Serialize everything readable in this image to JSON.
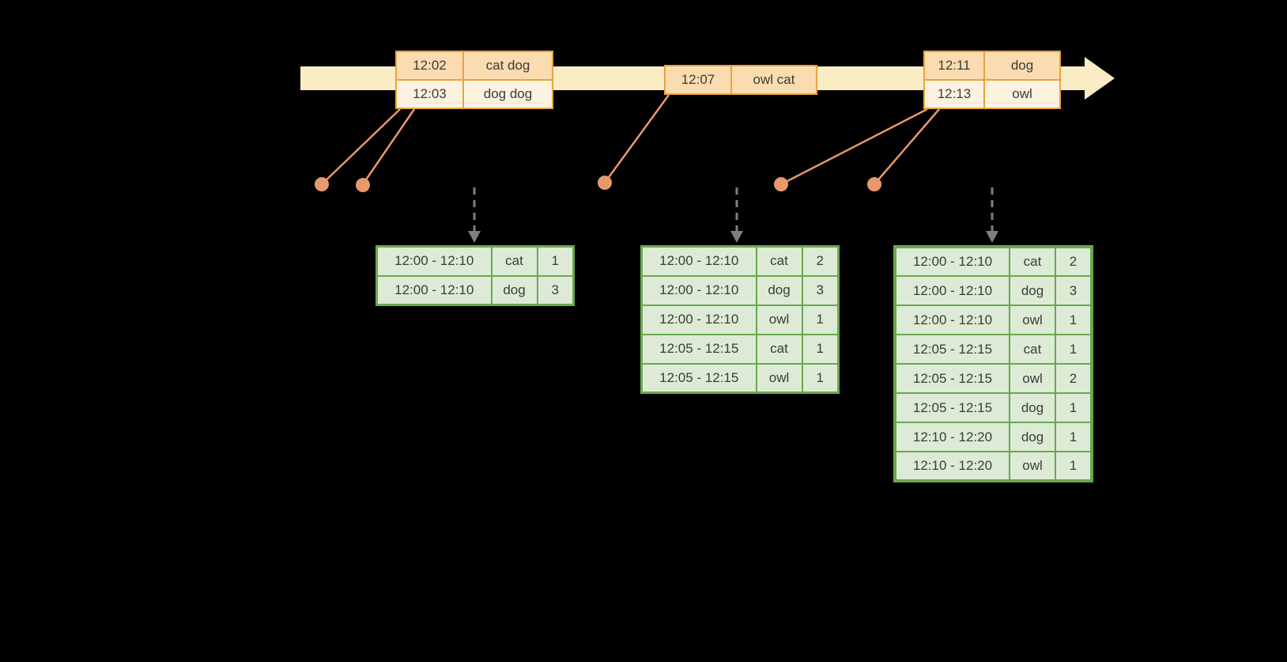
{
  "colors": {
    "background": "#000000",
    "timeline_fill": "#FAECC5",
    "event_border": "#E8A33D",
    "event_row_dark": "#FADCB0",
    "event_row_light": "#FDF2E0",
    "connector": "#E8996B",
    "dashed_arrow": "#7F7F7F",
    "result_border": "#6AA84F",
    "result_fill": "#DDEBD6",
    "cell_text": "#3B3B3B"
  },
  "event_boxes": [
    {
      "name": "event-box-1",
      "rows": [
        {
          "time": "12:02",
          "words": "cat dog",
          "shade": "dark"
        },
        {
          "time": "12:03",
          "words": "dog dog",
          "shade": "light"
        }
      ]
    },
    {
      "name": "event-box-2",
      "rows": [
        {
          "time": "12:07",
          "words": "owl cat",
          "shade": "dark"
        }
      ]
    },
    {
      "name": "event-box-3",
      "rows": [
        {
          "time": "12:11",
          "words": "dog",
          "shade": "dark"
        },
        {
          "time": "12:13",
          "words": "owl",
          "shade": "light"
        }
      ]
    }
  ],
  "result_tables": [
    {
      "name": "result-table-1",
      "rows": [
        [
          "12:00 - 12:10",
          "cat",
          "1"
        ],
        [
          "12:00 - 12:10",
          "dog",
          "3"
        ]
      ]
    },
    {
      "name": "result-table-2",
      "rows": [
        [
          "12:00 - 12:10",
          "cat",
          "2"
        ],
        [
          "12:00 - 12:10",
          "dog",
          "3"
        ],
        [
          "12:00 - 12:10",
          "owl",
          "1"
        ],
        [
          "12:05 - 12:15",
          "cat",
          "1"
        ],
        [
          "12:05 - 12:15",
          "owl",
          "1"
        ]
      ]
    },
    {
      "name": "result-table-3",
      "rows": [
        [
          "12:00 - 12:10",
          "cat",
          "2"
        ],
        [
          "12:00 - 12:10",
          "dog",
          "3"
        ],
        [
          "12:00 - 12:10",
          "owl",
          "1"
        ],
        [
          "12:05 - 12:15",
          "cat",
          "1"
        ],
        [
          "12:05 - 12:15",
          "owl",
          "2"
        ],
        [
          "12:05 - 12:15",
          "dog",
          "1"
        ],
        [
          "12:10 - 12:20",
          "dog",
          "1"
        ],
        [
          "12:10 - 12:20",
          "owl",
          "1"
        ]
      ]
    }
  ]
}
